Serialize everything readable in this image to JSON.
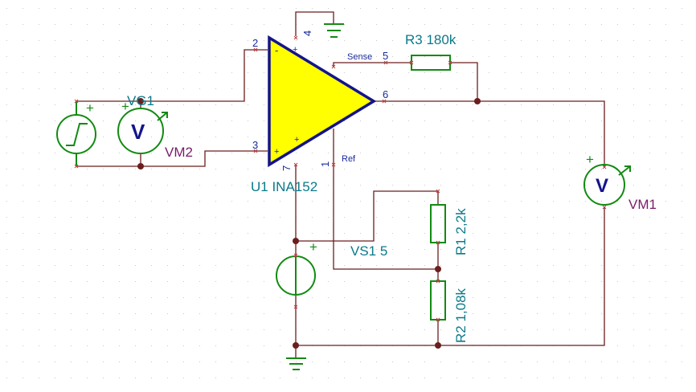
{
  "colors": {
    "wire": "#6b1e1e",
    "component": "#138a13",
    "label": "#0a7a8a",
    "meter_label": "#7a1a6a",
    "opamp_fill": "#ffff00",
    "opamp_stroke": "#14148c",
    "pin_text": "#1a2a9a",
    "grid_dot": "#c8c8c8",
    "node": "#6b1e1e"
  },
  "labels": {
    "vg1": "VG1",
    "vm2": "VM2",
    "vm1": "VM1",
    "u1": "U1 INA152",
    "r3": "R3 180k",
    "r1": "R1 2,2k",
    "r2": "R2 1,08k",
    "vs1": "VS1 5",
    "sense": "Sense",
    "ref": "Ref",
    "meter_symbol": "V",
    "plus": "+",
    "minus": "-"
  },
  "pins": {
    "p2": "2",
    "p3": "3",
    "p4": "4",
    "p5": "5",
    "p6": "6",
    "p7": "7",
    "p1": "1"
  }
}
